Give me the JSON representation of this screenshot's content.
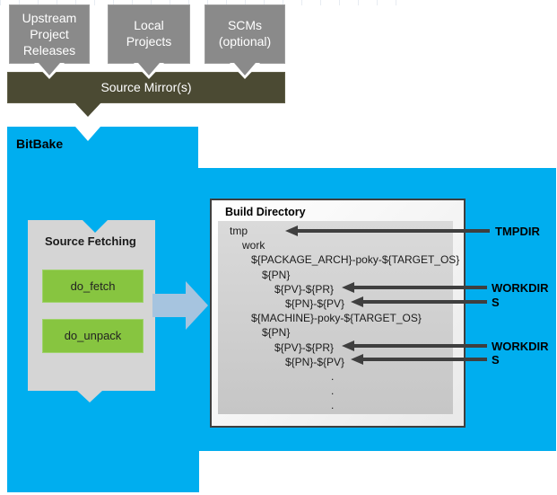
{
  "upstream_sources": {
    "boxes": [
      {
        "lines": [
          "Upstream",
          "Project",
          "Releases"
        ]
      },
      {
        "lines": [
          "Local",
          "Projects"
        ]
      },
      {
        "lines": [
          "SCMs",
          "(optional)"
        ]
      }
    ],
    "mirror_label": "Source Mirror(s)"
  },
  "bitbake": {
    "label": "BitBake"
  },
  "source_fetching": {
    "title": "Source Fetching",
    "tasks": [
      "do_fetch",
      "do_unpack"
    ]
  },
  "build_directory": {
    "title": "Build Directory",
    "tree": [
      "tmp",
      "work",
      "${PACKAGE_ARCH}-poky-${TARGET_OS}",
      "${PN}",
      "${PV}-${PR}",
      "${PN}-${PV}",
      "${MACHINE}-poky-${TARGET_OS}",
      "${PN}",
      "${PV}-${PR}",
      "${PN}-${PV}",
      ".",
      ".",
      "."
    ]
  },
  "annotations": [
    {
      "label": "TMPDIR"
    },
    {
      "label": "WORKDIR"
    },
    {
      "label": "S"
    },
    {
      "label": "WORKDIR"
    },
    {
      "label": "S"
    }
  ],
  "colors": {
    "bitbake_blue": "#00aeef",
    "source_box_gray": "#8a8a8a",
    "mirror_olive": "#4b4a33",
    "panel_gray": "#d5d5d5",
    "task_green": "#87c540",
    "flow_arrow_blue": "#a6c4df",
    "annotation_arrow": "#3f3f3f"
  }
}
